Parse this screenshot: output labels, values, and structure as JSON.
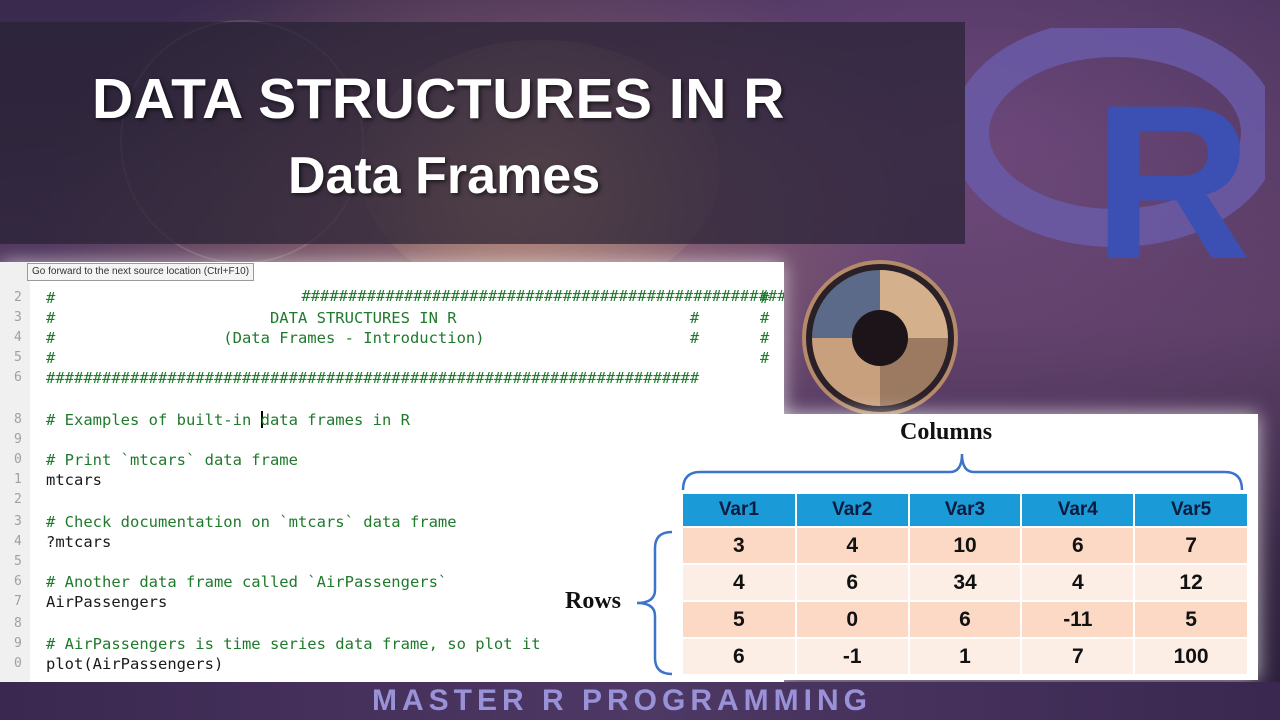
{
  "thumbnail": {
    "title_line1": "DATA STRUCTURES IN R",
    "title_line2": "Data Frames",
    "footer": "MASTER R PROGRAMMING",
    "logo_letter": "R"
  },
  "editor": {
    "tooltip": "Go forward to the next source location (Ctrl+F10)",
    "gutter_numbers": [
      "2",
      "3",
      "4",
      "5",
      "6",
      "8",
      "9",
      "0",
      "1",
      "2",
      "3",
      "4",
      "5",
      "6",
      "7",
      "8",
      "9",
      "0"
    ],
    "lines": [
      {
        "text": "#",
        "kind": "comment"
      },
      {
        "text": "#                       DATA STRUCTURES IN R                         #",
        "kind": "comment"
      },
      {
        "text": "#                  (Data Frames - Introduction)                      #",
        "kind": "comment"
      },
      {
        "text": "#",
        "kind": "comment"
      },
      {
        "text": "######################################################################",
        "kind": "comment"
      },
      {
        "text": "# Examples of built-in data frames in R",
        "kind": "comment"
      },
      {
        "text": "# Print `mtcars` data frame",
        "kind": "comment"
      },
      {
        "text": "mtcars",
        "kind": "code"
      },
      {
        "text": "# Check documentation on `mtcars` data frame",
        "kind": "comment"
      },
      {
        "text": "?mtcars",
        "kind": "code"
      },
      {
        "text": "# Another data frame called `AirPassengers`",
        "kind": "comment"
      },
      {
        "text": "AirPassengers",
        "kind": "code"
      },
      {
        "text": "# AirPassengers is time series data frame, so plot it",
        "kind": "comment"
      },
      {
        "text": "plot(AirPassengers)",
        "kind": "code"
      }
    ],
    "top_hash_line": "#####################################################",
    "right_hash": "#"
  },
  "data_frame": {
    "columns_label": "Columns",
    "rows_label": "Rows",
    "headers": [
      "Var1",
      "Var2",
      "Var3",
      "Var4",
      "Var5"
    ],
    "rows": [
      [
        "3",
        "4",
        "10",
        "6",
        "7"
      ],
      [
        "4",
        "6",
        "34",
        "4",
        "12"
      ],
      [
        "5",
        "0",
        "6",
        "-11",
        "5"
      ],
      [
        "6",
        "-1",
        "1",
        "7",
        "100"
      ]
    ],
    "header_color": "#1a9ad6",
    "row_color_a": "#fbd9c5",
    "row_color_b": "#fdeee5"
  }
}
